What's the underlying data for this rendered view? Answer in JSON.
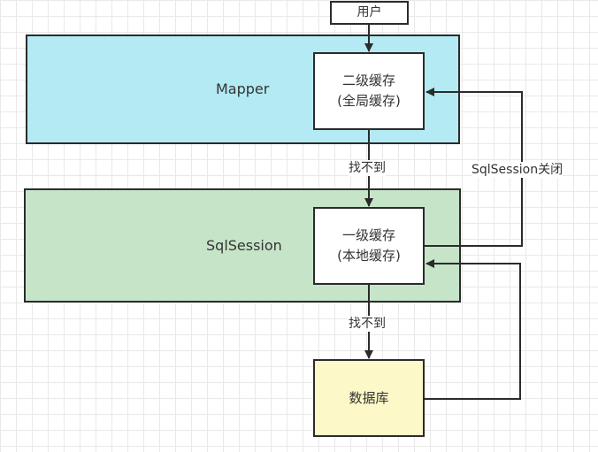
{
  "containers": {
    "mapper": "Mapper",
    "sqlsession": "SqlSession"
  },
  "nodes": {
    "user": "用户",
    "second_level_cache": {
      "line1": "二级缓存",
      "line2": "(全局缓存)"
    },
    "first_level_cache": {
      "line1": "一级缓存",
      "line2": "(本地缓存)"
    },
    "database": "数据库"
  },
  "edges": {
    "miss_1": "找不到",
    "miss_2": "找不到",
    "session_close": "SqlSession关闭"
  },
  "colors": {
    "mapper_fill": "#b3eaf3",
    "sqlsession_fill": "#c6e5c8",
    "database_fill": "#fdf8c8",
    "line": "#2b2b2b"
  }
}
